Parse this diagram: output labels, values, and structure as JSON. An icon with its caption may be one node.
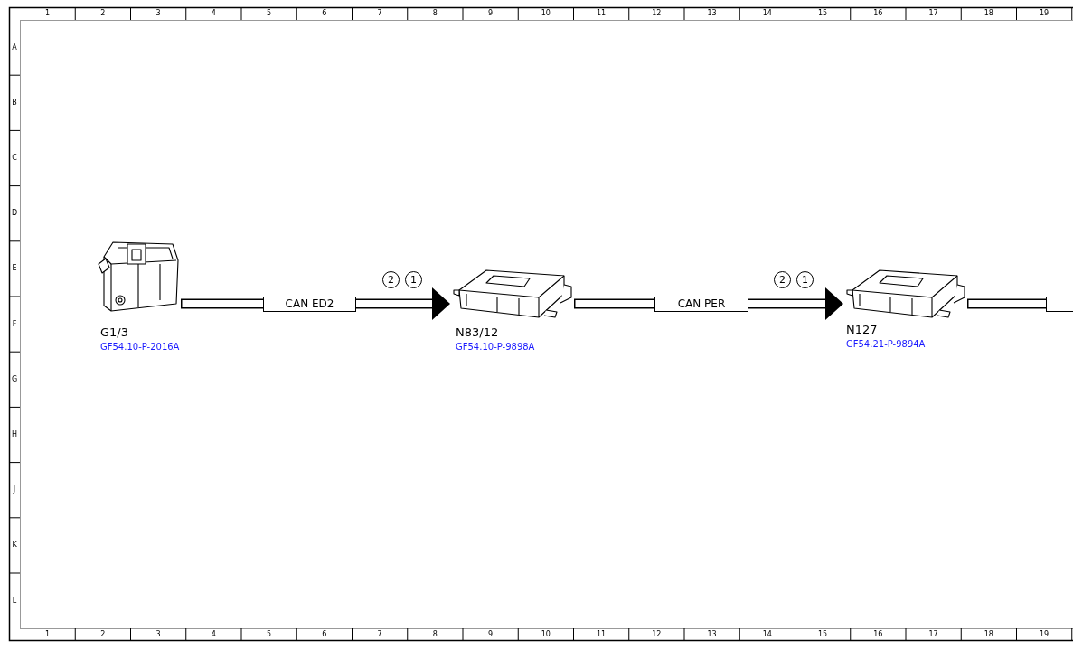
{
  "diagram": {
    "nodes": [
      {
        "text": [],
        "shape": "picture",
        "beside": [
          "G1/3",
          "GF54.10-P-2016A"
        ]
      },
      {
        "text": [],
        "shape": "picture",
        "beside": [
          "N83/12",
          "GF54.10-P-9898A"
        ]
      },
      {
        "text": [],
        "shape": "picture",
        "beside": [
          "N127",
          "GF54.21-P-9894A"
        ]
      }
    ],
    "edges": [
      {
        "from": 0,
        "to": 1,
        "arrow": "to",
        "label": "CAN ED2"
      },
      {
        "from": 1,
        "to": 2,
        "arrow": "to",
        "label": "CAN PER"
      },
      {
        "from": 2,
        "to": null,
        "arrow": "none"
      }
    ],
    "labels": [
      "1",
      "2",
      "3",
      "4",
      "5",
      "6",
      "7",
      "8",
      "9",
      "10",
      "11",
      "12",
      "13",
      "14",
      "15",
      "16",
      "17",
      "18",
      "19",
      "A",
      "B",
      "C",
      "D",
      "E",
      "F",
      "G",
      "H",
      "J",
      "K",
      "L",
      "2",
      "1",
      "2",
      "1",
      "1",
      "2",
      "3",
      "4",
      "5",
      "6",
      "7",
      "8",
      "9",
      "10",
      "11",
      "12",
      "13",
      "14",
      "15",
      "16",
      "17",
      "18",
      "19"
    ]
  }
}
